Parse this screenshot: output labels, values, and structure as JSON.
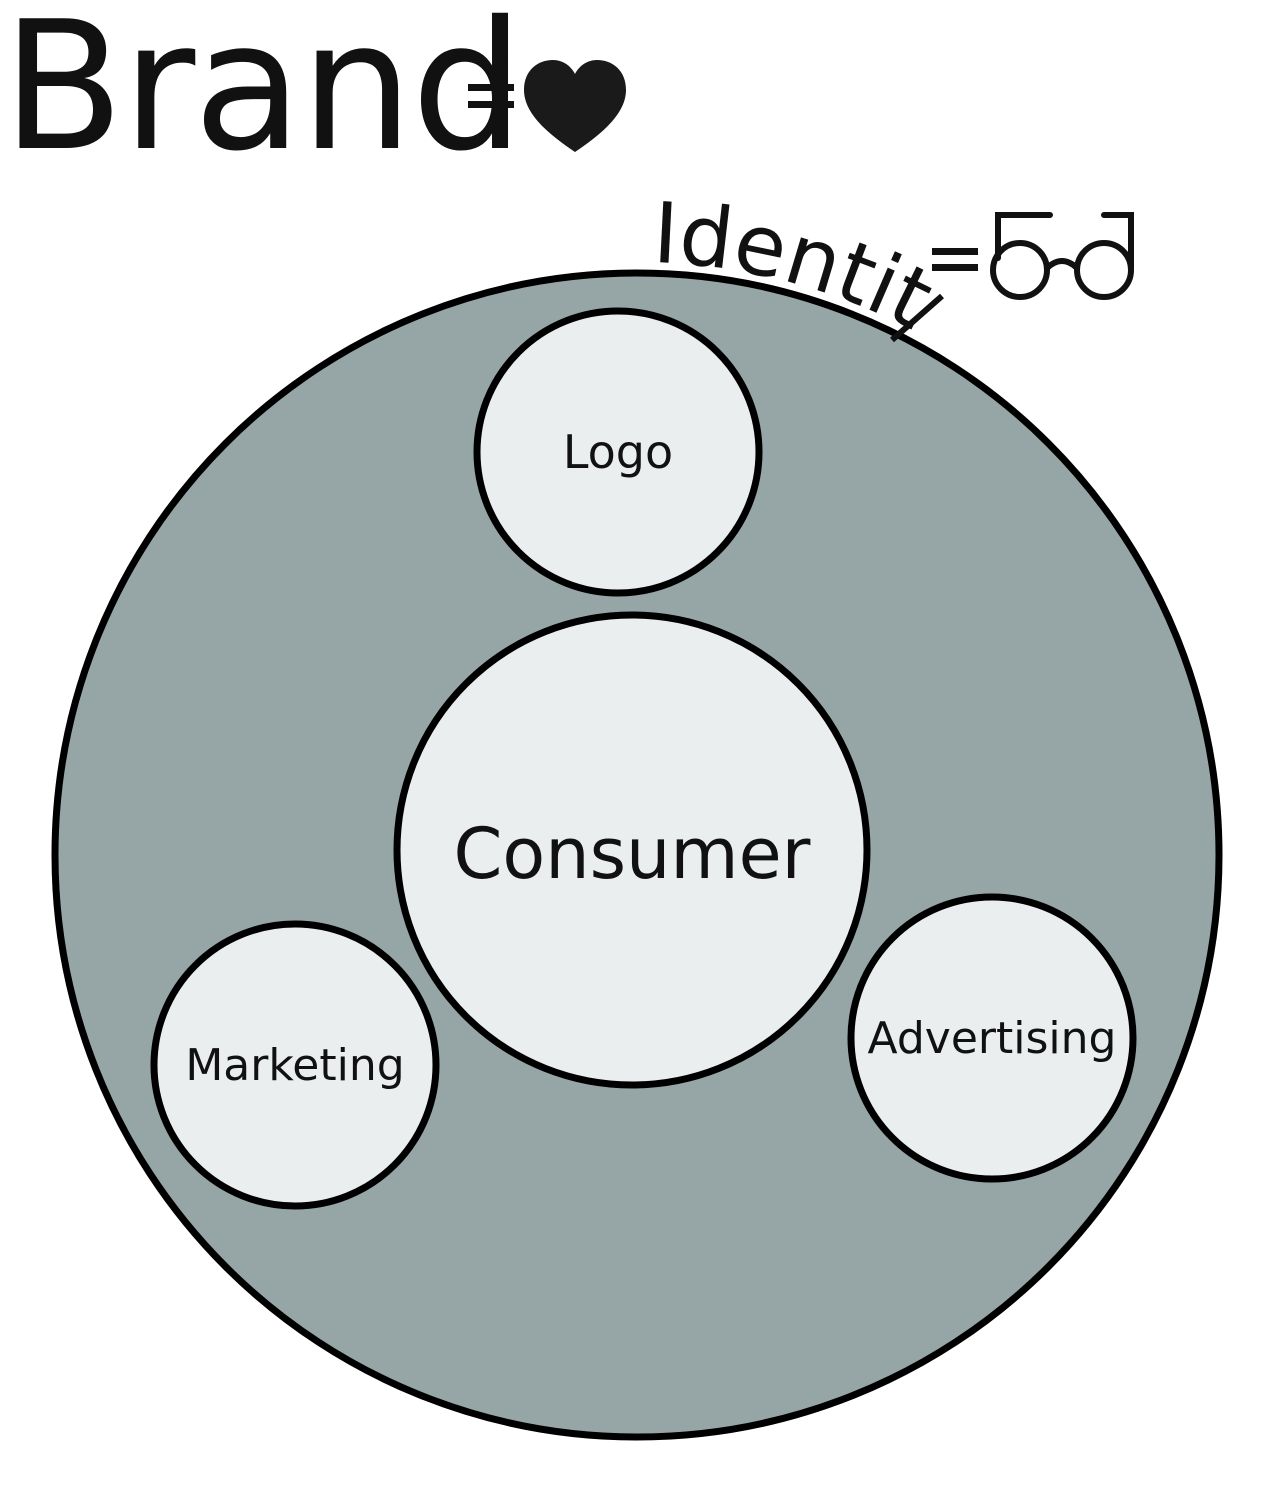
{
  "title": {
    "text": "Brand",
    "equals": "=",
    "icon": "heart-icon"
  },
  "identity": {
    "text": "Identity",
    "equals": "=",
    "icon": "glasses-icon"
  },
  "nodes": {
    "center": {
      "label": "Consumer"
    },
    "top": {
      "label": "Logo"
    },
    "left": {
      "label": "Marketing"
    },
    "right": {
      "label": "Advertising"
    }
  },
  "colors": {
    "outer_fill": "#96a6a6",
    "inner_fill": "#eaeeef",
    "stroke": "#000000",
    "text": "#111111"
  }
}
